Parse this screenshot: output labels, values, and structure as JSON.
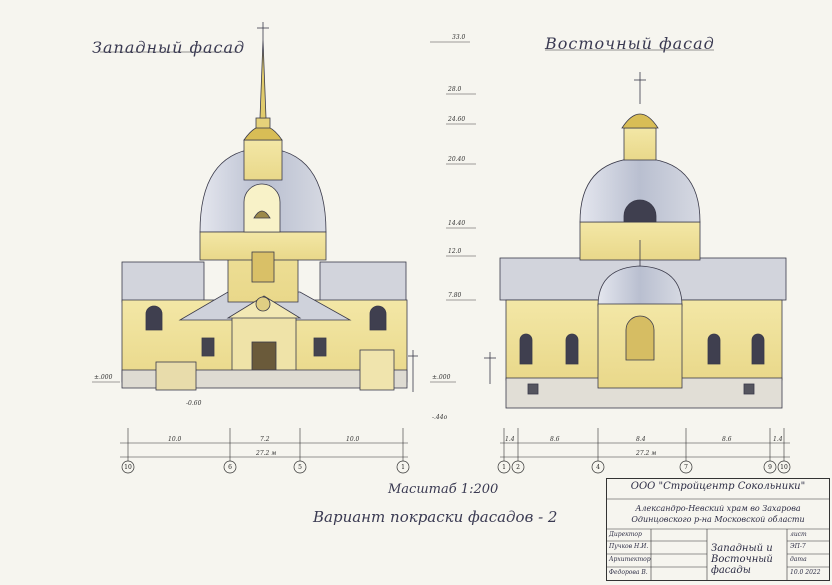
{
  "titles": {
    "west": "Западный фасад",
    "east": "Восточный фасад"
  },
  "elevation_marks": [
    "33.0",
    "28.0",
    "24.60",
    "20.40",
    "14.40",
    "12.0",
    "7.80",
    "±.000",
    "±.000"
  ],
  "level_marks": {
    "west_ground_left": "±.000",
    "west_ground_right": "±.000",
    "west_minus_1": "-0.60",
    "west_minus_2": "-.44o"
  },
  "west_dimensions": {
    "spans": [
      "10.0",
      "7.2",
      "10.0"
    ],
    "total": "27.2 м",
    "axes": [
      "10",
      "6",
      "5",
      "1"
    ]
  },
  "east_dimensions": {
    "spans": [
      "1.4",
      "8.6",
      "8.4",
      "8.6",
      "1.4"
    ],
    "total": "27.2 м",
    "axes": [
      "1",
      "2",
      "4",
      "7",
      "9",
      "10"
    ]
  },
  "scale": "Масштаб 1:200",
  "variant": "Вариант покраски фасадов - 2",
  "stamp": {
    "org": "ООО \"Стройцентр Сокольники\"",
    "project_line1": "Александро-Невский храм во Захарова",
    "project_line2": "Одинцовского р-на Московской области",
    "roles": [
      "Директор",
      "Пучков Н.И.",
      "Архитектор",
      "Федорова В."
    ],
    "sheet_name": "Западный и Восточный фасады",
    "side": [
      "лист",
      "ЭП-7",
      "дата",
      "10.0 2022"
    ]
  },
  "colors": {
    "wall_yellow": "#efe2a0",
    "roof_grey": "#c9ccd6",
    "gold": "#d8b84a",
    "line": "#3a3a4a"
  }
}
